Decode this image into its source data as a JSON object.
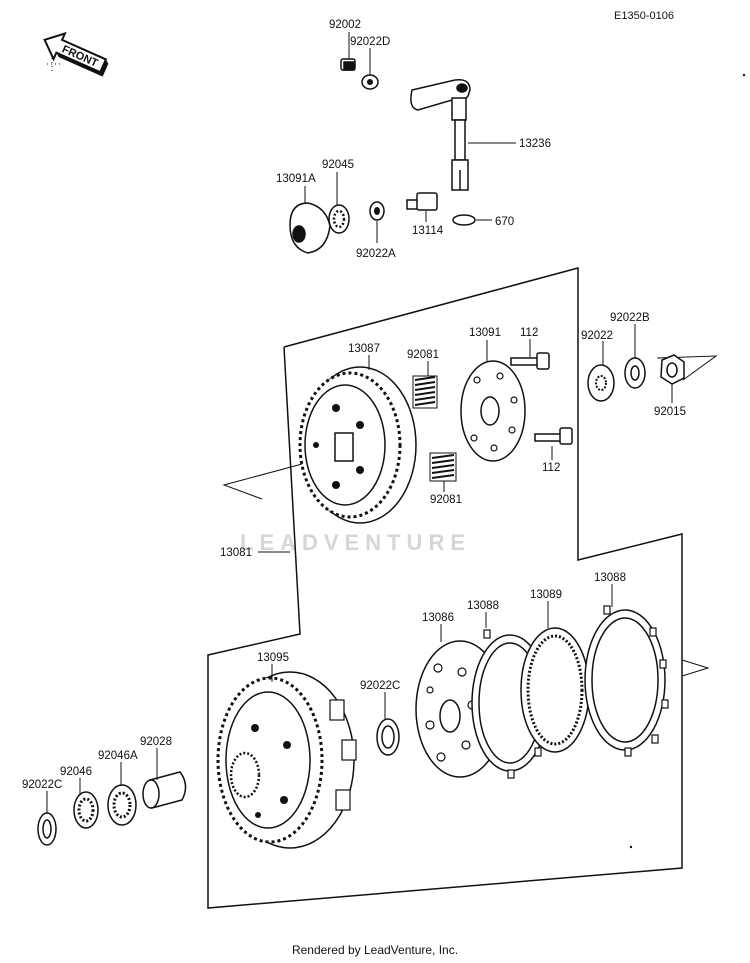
{
  "figure_code": "E1350-0106",
  "front_label": "FRONT",
  "watermark": "LEADVENTURE",
  "footer": "Rendered by LeadVenture, Inc.",
  "parts": [
    {
      "id": "p92002",
      "number": "92002"
    },
    {
      "id": "p92022D",
      "number": "92022D"
    },
    {
      "id": "p13236",
      "number": "13236"
    },
    {
      "id": "p92045",
      "number": "92045"
    },
    {
      "id": "p13091A",
      "number": "13091A"
    },
    {
      "id": "p670",
      "number": "670"
    },
    {
      "id": "p13114",
      "number": "13114"
    },
    {
      "id": "p92022A",
      "number": "92022A"
    },
    {
      "id": "p92022B",
      "number": "92022B"
    },
    {
      "id": "p92022",
      "number": "92022"
    },
    {
      "id": "p13091",
      "number": "13091"
    },
    {
      "id": "p112a",
      "number": "112"
    },
    {
      "id": "p13087",
      "number": "13087"
    },
    {
      "id": "p92081a",
      "number": "92081"
    },
    {
      "id": "p92015",
      "number": "92015"
    },
    {
      "id": "p112b",
      "number": "112"
    },
    {
      "id": "p92081b",
      "number": "92081"
    },
    {
      "id": "p13081",
      "number": "13081"
    },
    {
      "id": "p13088a",
      "number": "13088"
    },
    {
      "id": "p13089",
      "number": "13089"
    },
    {
      "id": "p13088b",
      "number": "13088"
    },
    {
      "id": "p13086",
      "number": "13086"
    },
    {
      "id": "p13095",
      "number": "13095"
    },
    {
      "id": "p92022C",
      "number": "92022C"
    },
    {
      "id": "p92028",
      "number": "92028"
    },
    {
      "id": "p92046A",
      "number": "92046A"
    },
    {
      "id": "p92046",
      "number": "92046"
    },
    {
      "id": "p92022Cb",
      "number": "92022C"
    }
  ]
}
